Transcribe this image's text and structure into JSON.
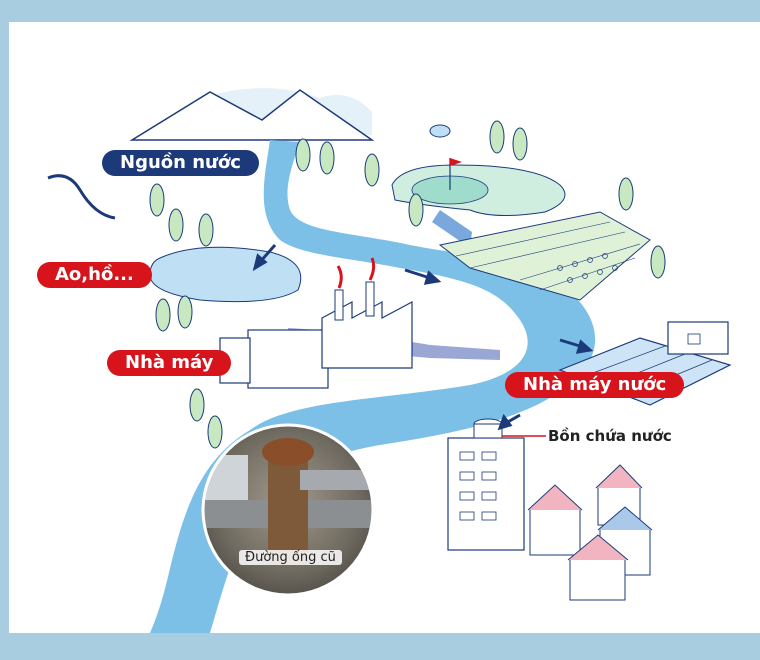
{
  "labels": {
    "source": "Nguồn nước",
    "pond": "Ao,hồ...",
    "factory": "Nhà máy",
    "water_plant": "Nhà máy nước",
    "water_tank": "Bồn chứa nước",
    "old_pipe": "Đường ống cũ"
  },
  "colors": {
    "frame": "#a8cde0",
    "navy_label": "#1c3a7a",
    "red_label": "#d7141c",
    "river": "#7cc0e8",
    "tree": "#c7e8c0"
  }
}
